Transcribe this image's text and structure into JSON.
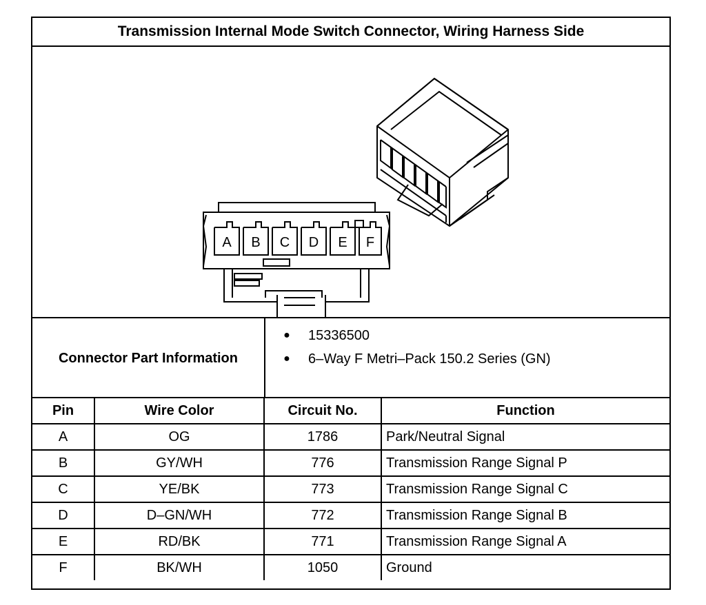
{
  "title": "Transmission Internal Mode Switch Connector, Wiring Harness Side",
  "connector_diagram": {
    "cavity_labels": [
      "A",
      "B",
      "C",
      "D",
      "E",
      "F"
    ]
  },
  "part_info": {
    "label": "Connector Part Information",
    "items": [
      "15336500",
      "6–Way F Metri–Pack 150.2 Series (GN)"
    ]
  },
  "table": {
    "headers": [
      "Pin",
      "Wire Color",
      "Circuit No.",
      "Function"
    ],
    "rows": [
      {
        "pin": "A",
        "wire_color": "OG",
        "circuit": "1786",
        "function": "Park/Neutral Signal"
      },
      {
        "pin": "B",
        "wire_color": "GY/WH",
        "circuit": "776",
        "function": "Transmission Range Signal P"
      },
      {
        "pin": "C",
        "wire_color": "YE/BK",
        "circuit": "773",
        "function": "Transmission Range Signal C"
      },
      {
        "pin": "D",
        "wire_color": "D–GN/WH",
        "circuit": "772",
        "function": "Transmission Range Signal B"
      },
      {
        "pin": "E",
        "wire_color": "RD/BK",
        "circuit": "771",
        "function": "Transmission Range Signal A"
      },
      {
        "pin": "F",
        "wire_color": "BK/WH",
        "circuit": "1050",
        "function": "Ground"
      }
    ]
  }
}
